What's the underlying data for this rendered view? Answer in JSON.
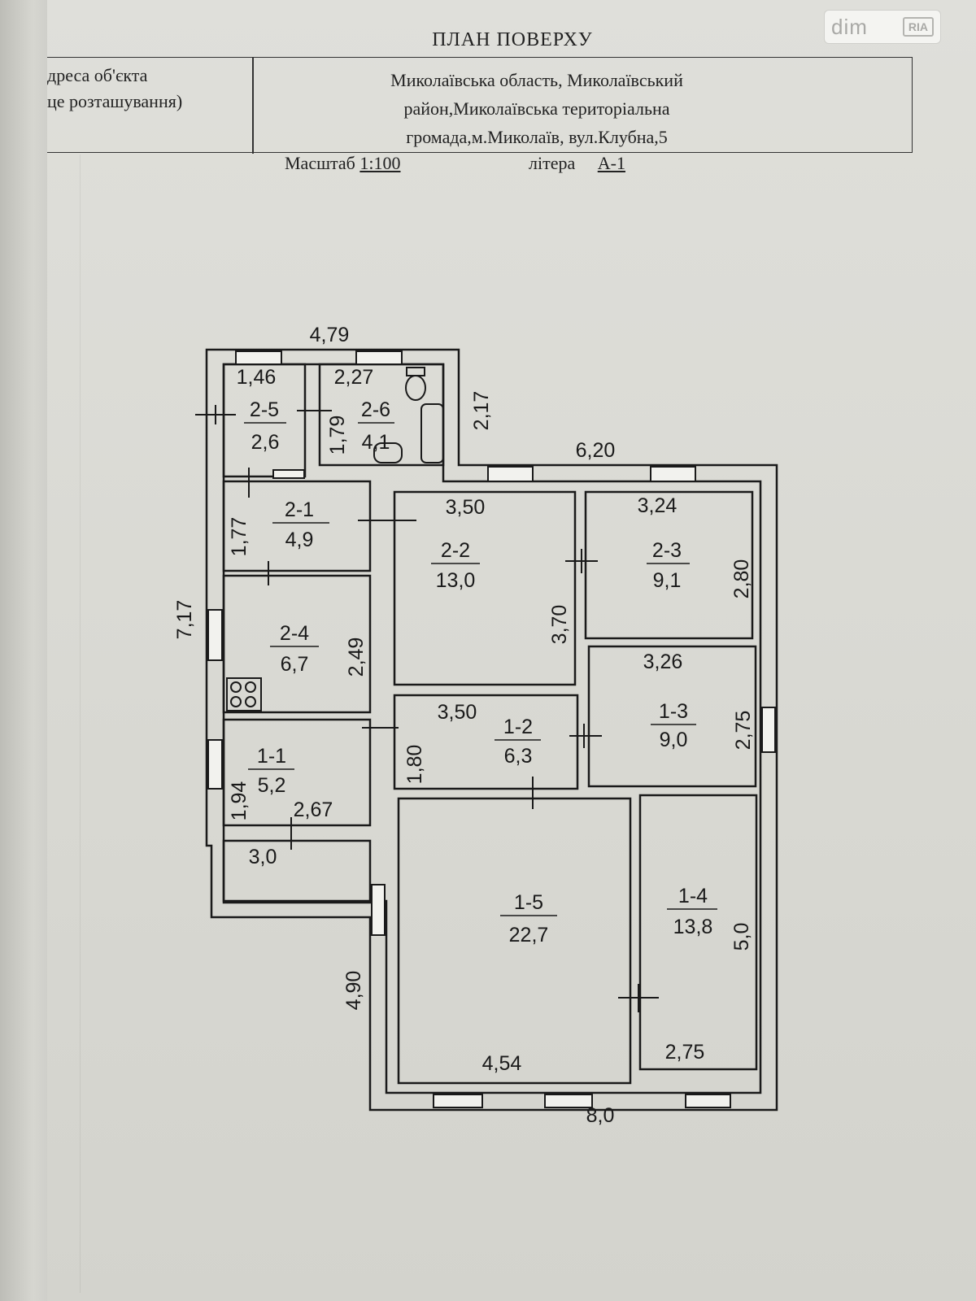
{
  "watermark": {
    "left": "dim",
    "right": "RIA"
  },
  "document": {
    "title": "ПЛАН ПОВЕРХУ",
    "address_label": [
      "Адреса об'єкта",
      "(місце розташування)"
    ],
    "address_label_visible": [
      "дреса об'єкта",
      "це розташування)"
    ],
    "address_value": [
      "Миколаївська область, Миколаївський",
      "район,Миколаївська територіальна",
      "громада,м.Миколаїв, вул.Клубна,5"
    ],
    "scale_label": "Масштаб",
    "scale_value": "1:100",
    "litera_label": "літера",
    "litera_value": "А-1"
  },
  "plan": {
    "rooms": [
      {
        "id": "2-5",
        "area": "2,6"
      },
      {
        "id": "2-6",
        "area": "4,1"
      },
      {
        "id": "2-1",
        "area": "4,9"
      },
      {
        "id": "2-2",
        "area": "13,0"
      },
      {
        "id": "2-3",
        "area": "9,1"
      },
      {
        "id": "2-4",
        "area": "6,7"
      },
      {
        "id": "1-1",
        "area": "5,2"
      },
      {
        "id": "1-2",
        "area": "6,3"
      },
      {
        "id": "1-3",
        "area": "9,0"
      },
      {
        "id": "1-5",
        "area": "22,7"
      },
      {
        "id": "1-4",
        "area": "13,8"
      }
    ],
    "dimensions": {
      "top_overall": "4,79",
      "top_right": "6,20",
      "right_of_26": "2,17",
      "left_overall": "7,17",
      "bottom_overall": "8,0",
      "left_bottom": "4,90",
      "d_146": "1,46",
      "d_227": "2,27",
      "d_179": "1,79",
      "d_350a": "3,50",
      "d_324": "3,24",
      "d_177": "1,77",
      "d_280": "2,80",
      "d_370": "3,70",
      "d_326": "3,26",
      "d_249": "2,49",
      "d_350b": "3,50",
      "d_275a": "2,75",
      "d_180": "1,80",
      "d_194": "1,94",
      "d_267": "2,67",
      "d_30": "3,0",
      "d_50": "5,0",
      "d_454": "4,54",
      "d_275b": "2,75"
    }
  }
}
